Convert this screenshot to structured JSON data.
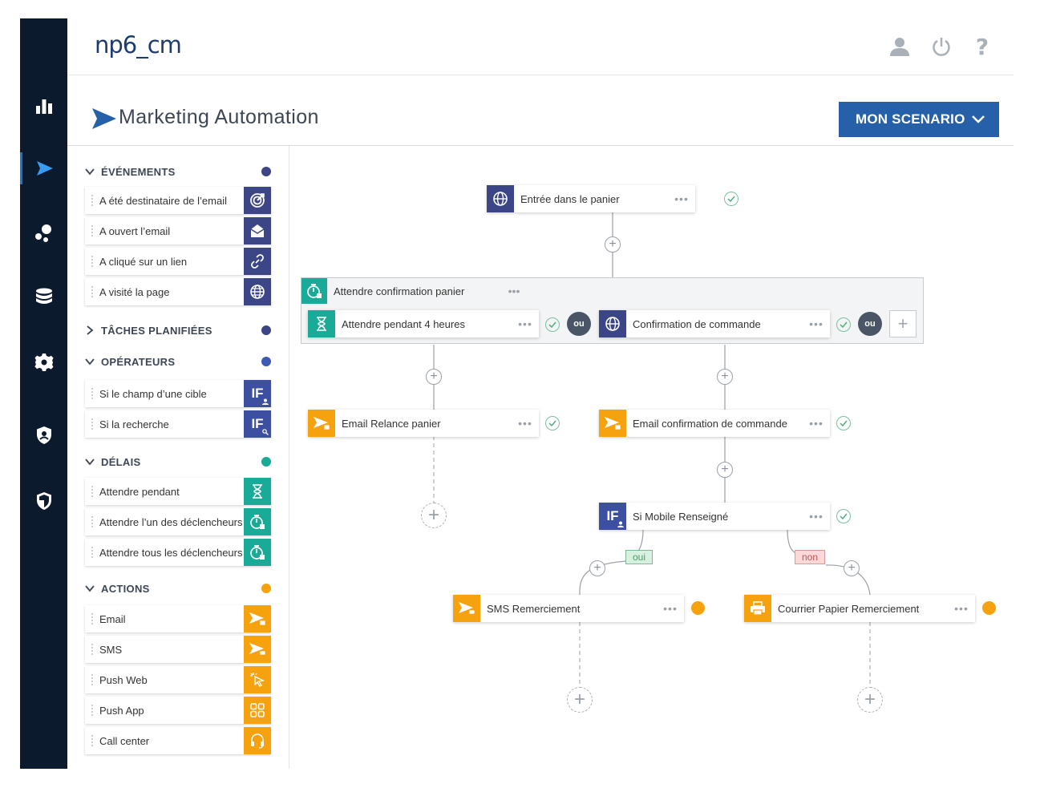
{
  "header": {
    "logo": "np6_cm"
  },
  "titlebar": {
    "title": "Marketing Automation",
    "scenario_label": "MON SCENARIO"
  },
  "colors": {
    "event": "#3c4686",
    "operator": "#3d4fa0",
    "delay": "#1aaa98",
    "action": "#f6a10e",
    "nav_bg": "#0c1a2e",
    "primary": "#2560a8"
  },
  "nav": [
    {
      "icon": "bar-chart-icon"
    },
    {
      "icon": "send-icon",
      "active": true
    },
    {
      "icon": "segments-icon"
    },
    {
      "icon": "database-icon"
    },
    {
      "icon": "gear-icon"
    },
    {
      "icon": "user-shield-icon"
    },
    {
      "icon": "shield-icon"
    }
  ],
  "palette": {
    "events": {
      "title": "ÉVÉNEMENTS",
      "items": [
        {
          "label": "A été destinataire de l’email",
          "icon": "target-icon"
        },
        {
          "label": "A ouvert l’email",
          "icon": "open-mail-icon"
        },
        {
          "label": "A cliqué sur un lien",
          "icon": "link-icon"
        },
        {
          "label": "A visité la page",
          "icon": "globe-icon"
        }
      ]
    },
    "tasks": {
      "title": "TÂCHES PLANIFIÉES"
    },
    "operators": {
      "title": "OPÉRATEURS",
      "items": [
        {
          "label": "Si le champ d’une cible",
          "icon": "if-user-icon",
          "ic_text": "IF"
        },
        {
          "label": "Si la recherche",
          "icon": "if-search-icon",
          "ic_text": "IF"
        }
      ]
    },
    "delays": {
      "title": "DÉLAIS",
      "items": [
        {
          "label": "Attendre pendant",
          "icon": "hourglass-icon"
        },
        {
          "label": "Attendre l’un des déclencheurs",
          "icon": "stopwatch-icon"
        },
        {
          "label": "Attendre tous les déclencheurs",
          "icon": "stopwatch-icon"
        }
      ]
    },
    "actions": {
      "title": "ACTIONS",
      "items": [
        {
          "label": "Email",
          "icon": "email-send-icon"
        },
        {
          "label": "SMS",
          "icon": "sms-send-icon"
        },
        {
          "label": "Push Web",
          "icon": "cursor-click-icon"
        },
        {
          "label": "Push App",
          "icon": "app-grid-icon"
        },
        {
          "label": "Call center",
          "icon": "headset-icon"
        }
      ]
    }
  },
  "flow": {
    "entry": "Entrée dans le panier",
    "group_title": "Attendre confirmation panier",
    "wait_4h": "Attendre pendant 4 heures",
    "confirm": "Confirmation de commande",
    "ou": "ou",
    "email_relance": "Email Relance panier",
    "email_confirm": "Email confirmation de commande",
    "if_mobile": "Si Mobile Renseigné",
    "if_text": "IF",
    "oui": "oui",
    "non": "non",
    "sms": "SMS Remerciement",
    "courrier": "Courrier Papier Remerciement",
    "more": "•••"
  }
}
